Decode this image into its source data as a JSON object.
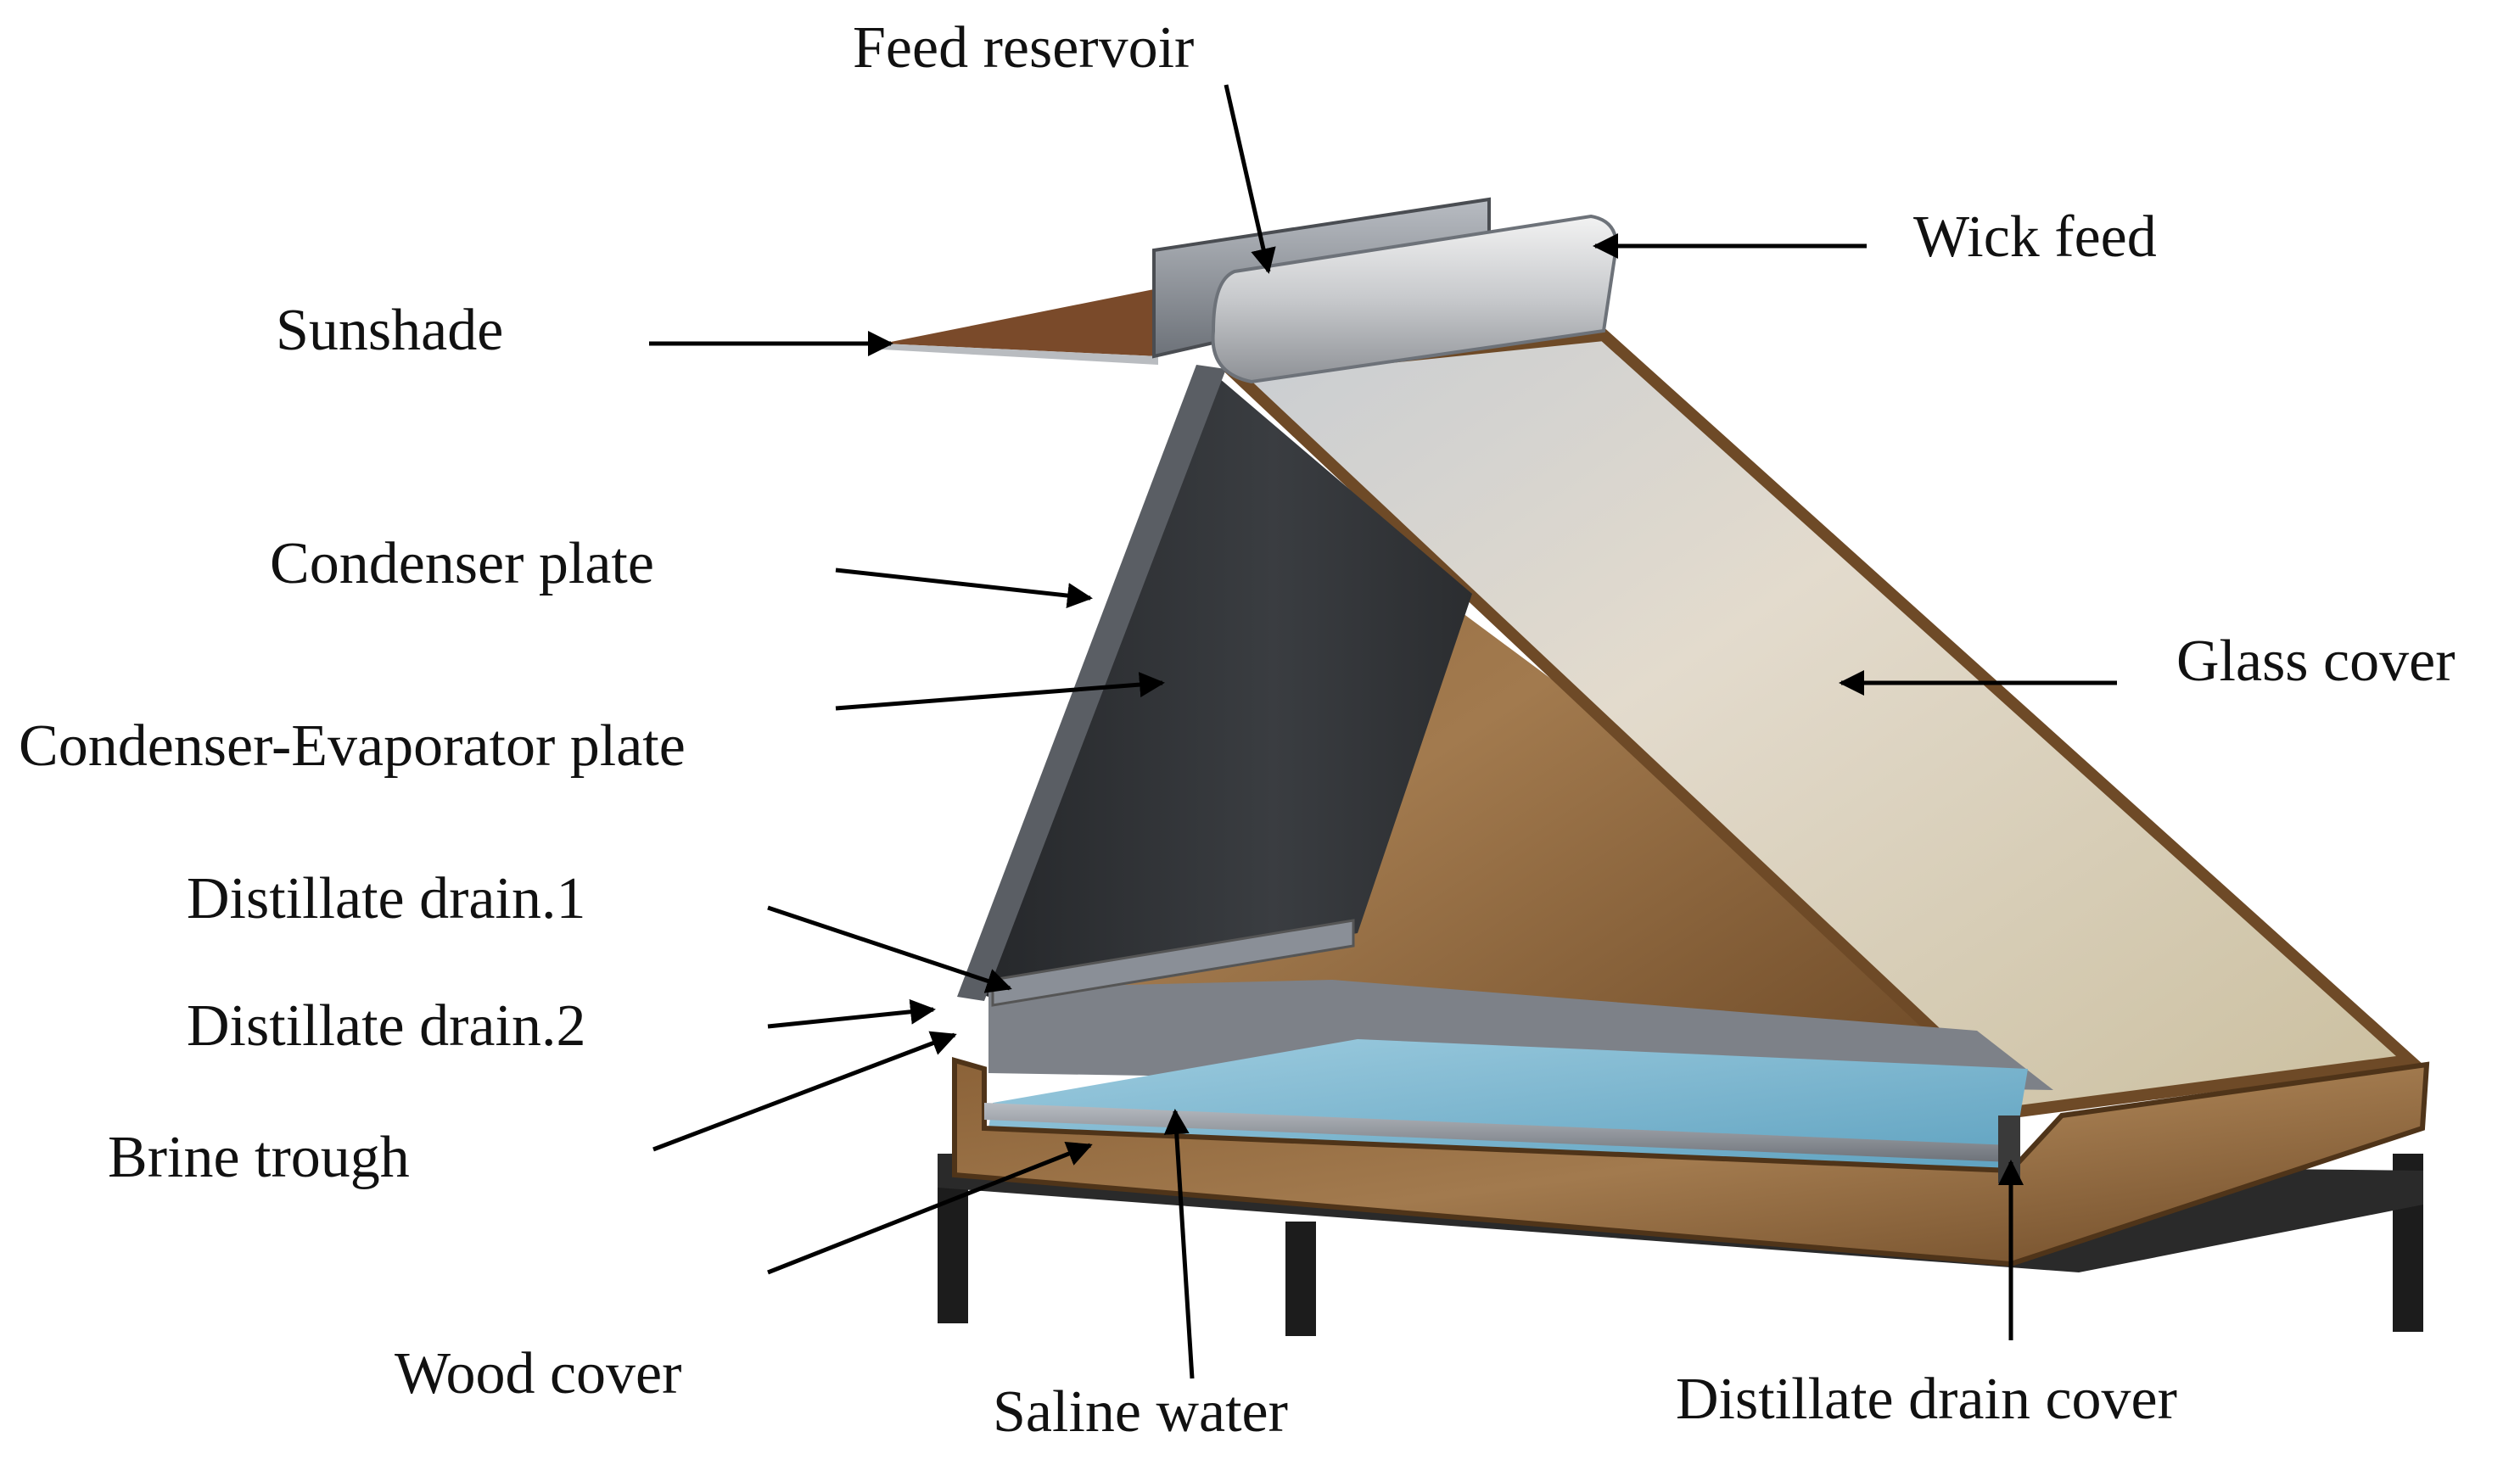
{
  "labels": {
    "feed_reservoir": "Feed reservoir",
    "wick_feed": "Wick feed",
    "sunshade": "Sunshade",
    "condenser_plate": "Condenser plate",
    "glass_cover": "Glass cover",
    "condenser_evaporator_plate": "Condenser-Evaporator plate",
    "distillate_drain_1": "Distillate drain.1",
    "distillate_drain_2": "Distillate drain.2",
    "brine_trough": "Brine trough",
    "wood_cover": "Wood cover",
    "saline_water": "Saline water",
    "distillate_drain_cover": "Distillate drain cover"
  },
  "colors": {
    "wood": "#7a5531",
    "wood_light": "#a27a4e",
    "wood_dark": "#4f3419",
    "condenser_plate": "#2e3034",
    "glass": "#ddd4c4",
    "saline_water": "#7fb7cf",
    "steel": "#8a8f97",
    "sunshade": "#7a4a2a",
    "leg": "#1c1c1c",
    "arrow": "#000000"
  }
}
